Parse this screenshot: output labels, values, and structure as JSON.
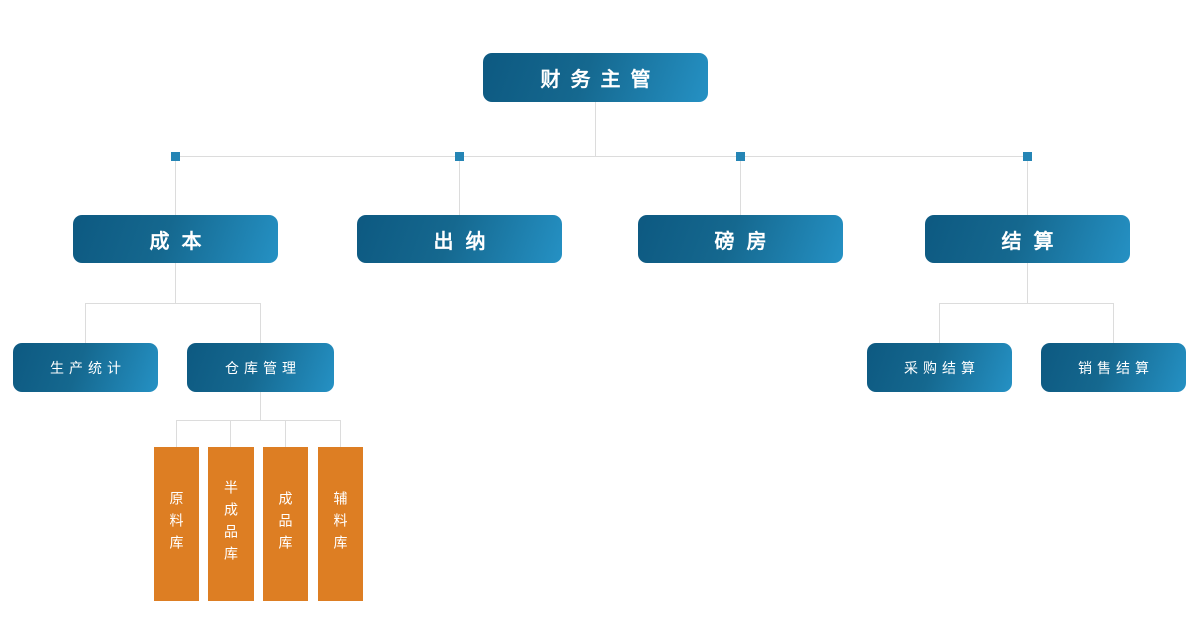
{
  "org_chart": {
    "root": {
      "label": "财务主管",
      "children": [
        {
          "label": "成本",
          "children": [
            {
              "label": "生产统计"
            },
            {
              "label": "仓库管理",
              "children": [
                {
                  "label": "原料库"
                },
                {
                  "label": "半成品库"
                },
                {
                  "label": "成品库"
                },
                {
                  "label": "辅料库"
                }
              ]
            }
          ]
        },
        {
          "label": "出纳"
        },
        {
          "label": "磅房"
        },
        {
          "label": "结算",
          "children": [
            {
              "label": "采购结算"
            },
            {
              "label": "销售结算"
            }
          ]
        }
      ]
    },
    "colors": {
      "node_gradient_start": "#0d5981",
      "node_gradient_end": "#2591c4",
      "warehouse_fill": "#dd7e23",
      "connector_line": "#dcdcdc",
      "junction_square": "#2585b5",
      "node_text": "#ffffff"
    }
  }
}
